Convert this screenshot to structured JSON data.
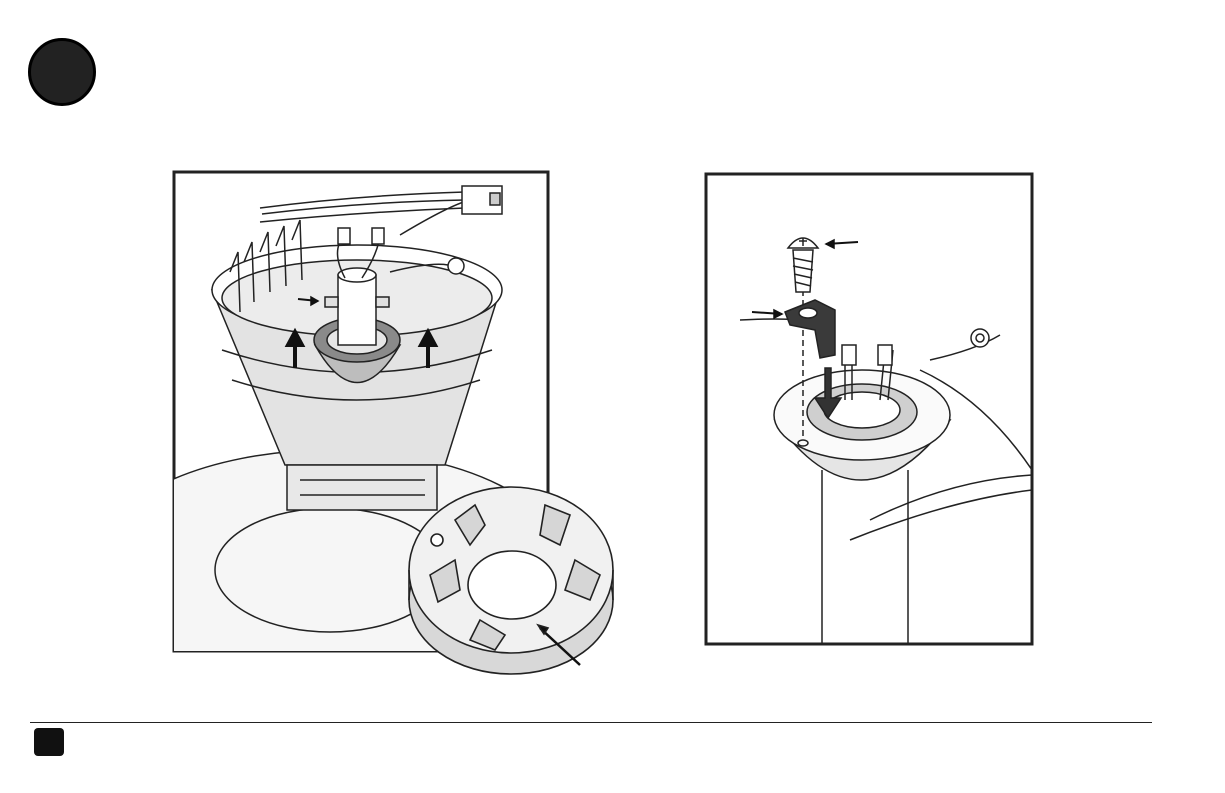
{
  "step": {
    "number": ""
  },
  "footer": {
    "page_number": ""
  },
  "colors": {
    "ink": "#222222",
    "shade": "#d9d9d9",
    "light": "#f0f0f0",
    "paper": "#ffffff"
  },
  "panels": [
    {
      "id": "panel-left",
      "subject": "canopy-with-mounting-ring"
    },
    {
      "id": "panel-right",
      "subject": "screw-and-clip-on-downrod-ball"
    }
  ]
}
